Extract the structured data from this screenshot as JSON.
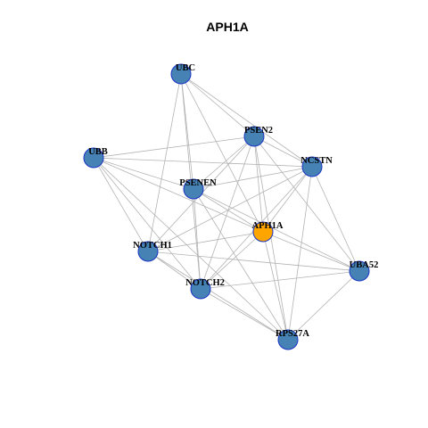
{
  "title": "APH1A",
  "colors": {
    "edge": "#b3b3b3",
    "node_default": "#4682b4",
    "node_default_stroke": "#1a35c4",
    "node_focus": "#ffa500",
    "node_focus_stroke": "#1a35c4",
    "label": "#000000"
  },
  "nodes": [
    {
      "id": "UBC",
      "label": "UBC",
      "focus": false
    },
    {
      "id": "PSEN2",
      "label": "PSEN2",
      "focus": false
    },
    {
      "id": "NCSTN",
      "label": "NCSTN",
      "focus": false
    },
    {
      "id": "UBB",
      "label": "UBB",
      "focus": false
    },
    {
      "id": "PSENEN",
      "label": "PSENEN",
      "focus": false
    },
    {
      "id": "APH1A",
      "label": "APH1A",
      "focus": true
    },
    {
      "id": "NOTCH1",
      "label": "NOTCH1",
      "focus": false
    },
    {
      "id": "UBA52",
      "label": "UBA52",
      "focus": false
    },
    {
      "id": "NOTCH2",
      "label": "NOTCH2",
      "focus": false
    },
    {
      "id": "RPS27A",
      "label": "RPS27A",
      "focus": false
    }
  ],
  "edges": [
    [
      "UBC",
      "PSEN2"
    ],
    [
      "UBC",
      "NCSTN"
    ],
    [
      "UBC",
      "PSENEN"
    ],
    [
      "UBC",
      "APH1A"
    ],
    [
      "UBC",
      "NOTCH1"
    ],
    [
      "UBC",
      "NOTCH2"
    ],
    [
      "UBB",
      "PSEN2"
    ],
    [
      "UBB",
      "NCSTN"
    ],
    [
      "UBB",
      "PSENEN"
    ],
    [
      "UBB",
      "APH1A"
    ],
    [
      "UBB",
      "NOTCH1"
    ],
    [
      "UBB",
      "NOTCH2"
    ],
    [
      "UBB",
      "RPS27A"
    ],
    [
      "PSEN2",
      "NCSTN"
    ],
    [
      "PSEN2",
      "PSENEN"
    ],
    [
      "PSEN2",
      "APH1A"
    ],
    [
      "PSEN2",
      "NOTCH1"
    ],
    [
      "PSEN2",
      "NOTCH2"
    ],
    [
      "PSEN2",
      "UBA52"
    ],
    [
      "PSEN2",
      "RPS27A"
    ],
    [
      "NCSTN",
      "PSENEN"
    ],
    [
      "NCSTN",
      "APH1A"
    ],
    [
      "NCSTN",
      "NOTCH1"
    ],
    [
      "NCSTN",
      "NOTCH2"
    ],
    [
      "NCSTN",
      "UBA52"
    ],
    [
      "NCSTN",
      "RPS27A"
    ],
    [
      "PSENEN",
      "APH1A"
    ],
    [
      "PSENEN",
      "NOTCH2"
    ],
    [
      "PSENEN",
      "UBA52"
    ],
    [
      "PSENEN",
      "RPS27A"
    ],
    [
      "APH1A",
      "NOTCH1"
    ],
    [
      "APH1A",
      "NOTCH2"
    ],
    [
      "APH1A",
      "UBA52"
    ],
    [
      "APH1A",
      "RPS27A"
    ],
    [
      "NOTCH1",
      "NOTCH2"
    ],
    [
      "NOTCH1",
      "UBA52"
    ],
    [
      "NOTCH1",
      "RPS27A"
    ],
    [
      "NOTCH2",
      "UBA52"
    ],
    [
      "NOTCH2",
      "RPS27A"
    ],
    [
      "UBA52",
      "RPS27A"
    ]
  ]
}
